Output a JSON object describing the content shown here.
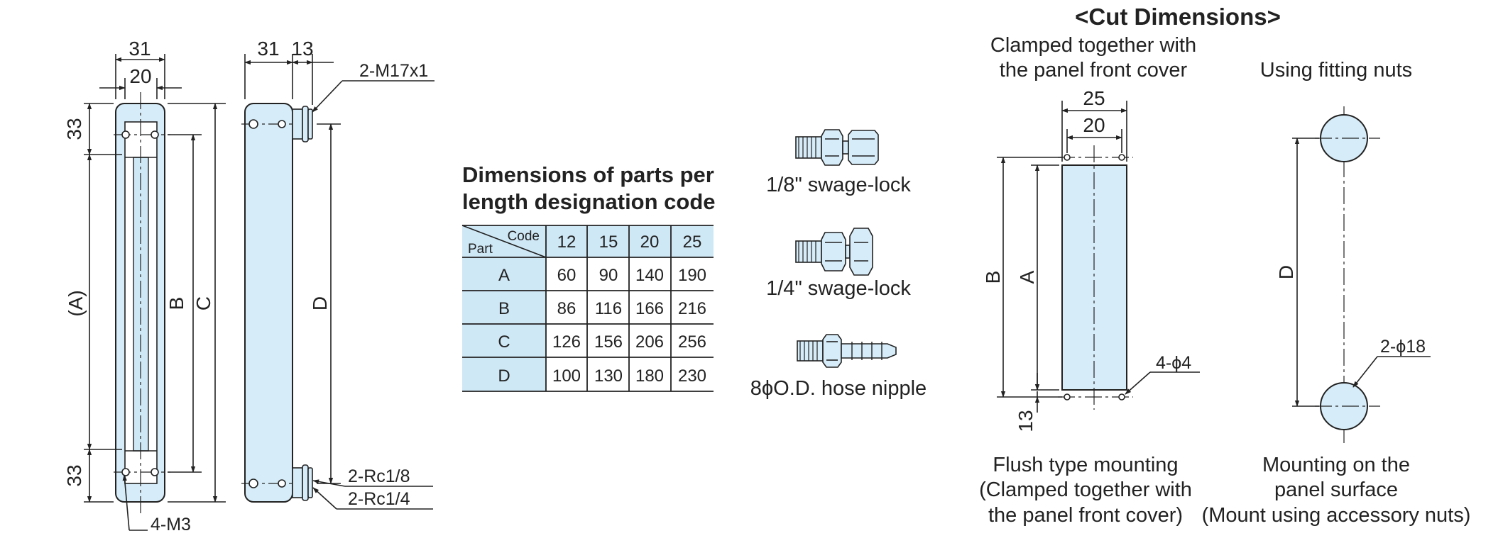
{
  "side_views": {
    "front_dims": {
      "outer_width": "31",
      "inner_width": "20",
      "top_offset": "33",
      "bottom_offset": "33",
      "length_a": "(A)",
      "length_b": "B",
      "length_c": "C"
    },
    "side_dims": {
      "width": "31",
      "port_depth": "13",
      "length_d": "D"
    },
    "labels": {
      "top_port": "2-M17x1",
      "bottom_port_1": "2-Rc1/8",
      "bottom_port_2": "2-Rc1/4",
      "mount_holes": "4-M3"
    }
  },
  "table": {
    "title_line1": "Dimensions of parts per",
    "title_line2": "length designation code",
    "corner_code": "Code",
    "corner_part": "Part",
    "codes": [
      "12",
      "15",
      "20",
      "25"
    ],
    "rows": [
      {
        "part": "A",
        "values": [
          "60",
          "90",
          "140",
          "190"
        ]
      },
      {
        "part": "B",
        "values": [
          "86",
          "116",
          "166",
          "216"
        ]
      },
      {
        "part": "C",
        "values": [
          "126",
          "156",
          "206",
          "256"
        ]
      },
      {
        "part": "D",
        "values": [
          "100",
          "130",
          "180",
          "230"
        ]
      }
    ]
  },
  "fittings": [
    {
      "label": "1/8\" swage-lock"
    },
    {
      "label": "1/4\" swage-lock"
    },
    {
      "label": "8ϕO.D. hose nipple"
    }
  ],
  "cut_dimensions": {
    "heading": "<Cut Dimensions>",
    "flush": {
      "top_line1": "Clamped together with",
      "top_line2": "the panel front cover",
      "dim_outer": "25",
      "dim_inner": "20",
      "dim_b": "B",
      "dim_a": "A",
      "dim_offset": "13",
      "holes": "4-ϕ4",
      "bottom_line1": "Flush type mounting",
      "bottom_line2": "(Clamped together with",
      "bottom_line3": "the panel front cover)"
    },
    "surface": {
      "top_line": "Using fitting nuts",
      "dim_d": "D",
      "holes": "2-ϕ18",
      "bottom_line1": "Mounting on the",
      "bottom_line2": "panel surface",
      "bottom_line3": "(Mount using accessory nuts)"
    }
  }
}
